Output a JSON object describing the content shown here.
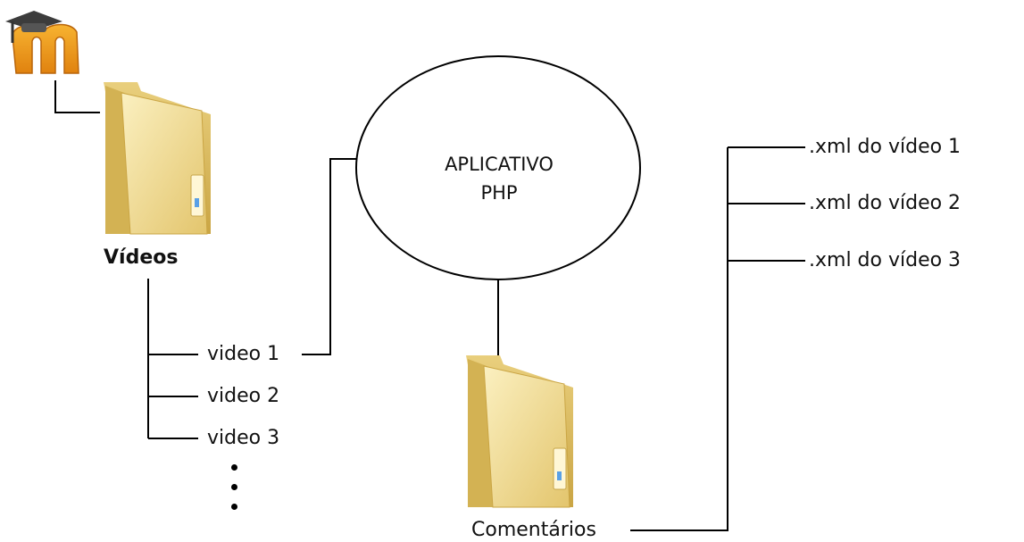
{
  "logo": {
    "letter": "m",
    "name": "moodle-logo-icon"
  },
  "folders": {
    "videos": {
      "label": "Vídeos",
      "icon": "folder-icon"
    },
    "comentarios": {
      "label": "Comentários",
      "icon": "folder-icon"
    }
  },
  "app": {
    "line1": "APLICATIVO",
    "line2": "PHP"
  },
  "video_items": [
    "video 1",
    "video 2",
    "video 3"
  ],
  "xml_items": [
    ".xml do vídeo 1",
    ".xml do vídeo 2",
    ".xml do vídeo 3"
  ],
  "colors": {
    "folder_light": "#f7e7a6",
    "folder_dark": "#d9b95a",
    "line": "#000000",
    "logo_orange": "#f29a1c"
  }
}
